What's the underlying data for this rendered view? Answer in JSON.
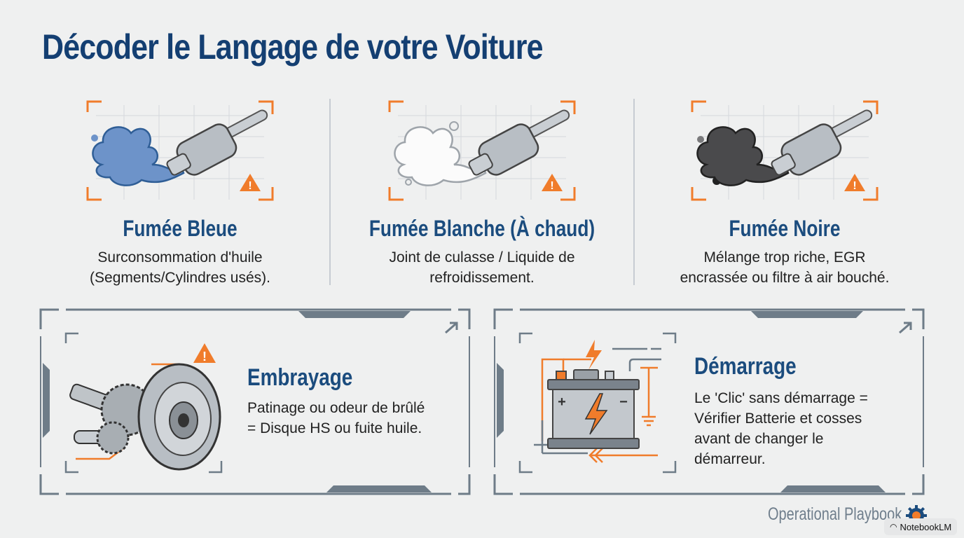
{
  "title": "Décoder le Langage de votre Voiture",
  "smoke_types": [
    {
      "heading": "Fumée Bleue",
      "line1": "Surconsommation d'huile",
      "line2": "(Segments/Cylindres usés).",
      "smoke_color": "#6d93c9",
      "smoke_stroke": "#2f5e96"
    },
    {
      "heading": "Fumée Blanche (À chaud)",
      "line1": "Joint de culasse / Liquide de",
      "line2": "refroidissement.",
      "smoke_color": "#fbfbfb",
      "smoke_stroke": "#9ea4aa"
    },
    {
      "heading": "Fumée Noire",
      "line1": "Mélange trop riche, EGR",
      "line2": "encrassée ou filtre à air bouché.",
      "smoke_color": "#4a4a4c",
      "smoke_stroke": "#222"
    }
  ],
  "panels": [
    {
      "heading": "Embrayage",
      "lines": [
        "Patinage ou odeur de brûlé",
        "= Disque HS ou fuite huile."
      ],
      "icon": "clutch-gear-icon"
    },
    {
      "heading": "Démarrage",
      "lines": [
        "Le 'Clic' sans démarrage =",
        "Vérifier Batterie et cosses",
        "avant de changer le",
        "démarreur."
      ],
      "icon": "battery-icon"
    }
  ],
  "footer": {
    "brand": "Operational Playbook",
    "badge": "NotebookLM"
  },
  "colors": {
    "accent": "#f07c2b",
    "title": "#143f72",
    "frame": "#6e7c88"
  }
}
